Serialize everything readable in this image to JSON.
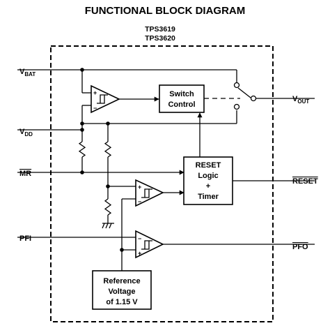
{
  "title": "FUNCTIONAL BLOCK DIAGRAM",
  "parts": [
    "TPS3619",
    "TPS3620"
  ],
  "pins": {
    "vbat_main": "V",
    "vbat_sub": "BAT",
    "vdd_main": "V",
    "vdd_sub": "DD",
    "mr": "MR",
    "pfi": "PFI",
    "vout_main": "V",
    "vout_sub": "OUT",
    "reset": "RESET",
    "pfo": "PFO"
  },
  "blocks": {
    "switch_control": [
      "Switch",
      "Control"
    ],
    "reset_logic": [
      "RESET",
      "Logic",
      "+",
      "Timer"
    ],
    "reference": [
      "Reference",
      "Voltage",
      "of 1.15 V"
    ]
  },
  "comparator_signs": {
    "plus": "+",
    "minus": "−"
  },
  "colors": {
    "line": "#000000",
    "background": "#ffffff"
  }
}
